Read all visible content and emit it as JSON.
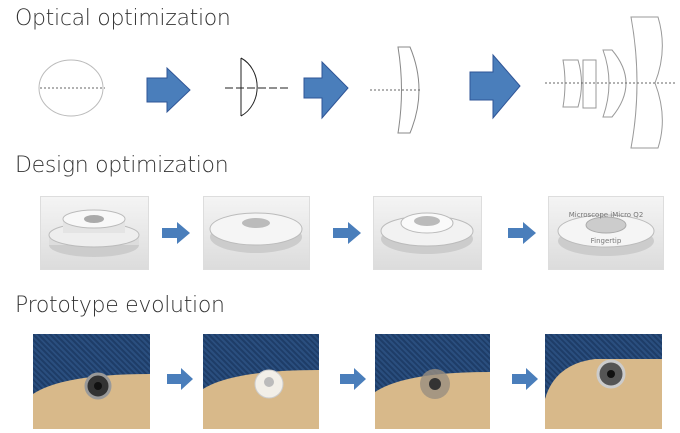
{
  "sections": [
    {
      "title": "Optical optimization"
    },
    {
      "title": "Design optimization"
    },
    {
      "title": "Prototype evolution"
    }
  ],
  "engraving": {
    "top": "Microscope iMicro Q2",
    "bottom": "Fingertip"
  },
  "colors": {
    "arrow": "#4a7ebb",
    "arrow_stroke": "#2f5597",
    "lens_line": "#999999",
    "gold": "#d8b98a",
    "fabric": "#244676"
  }
}
